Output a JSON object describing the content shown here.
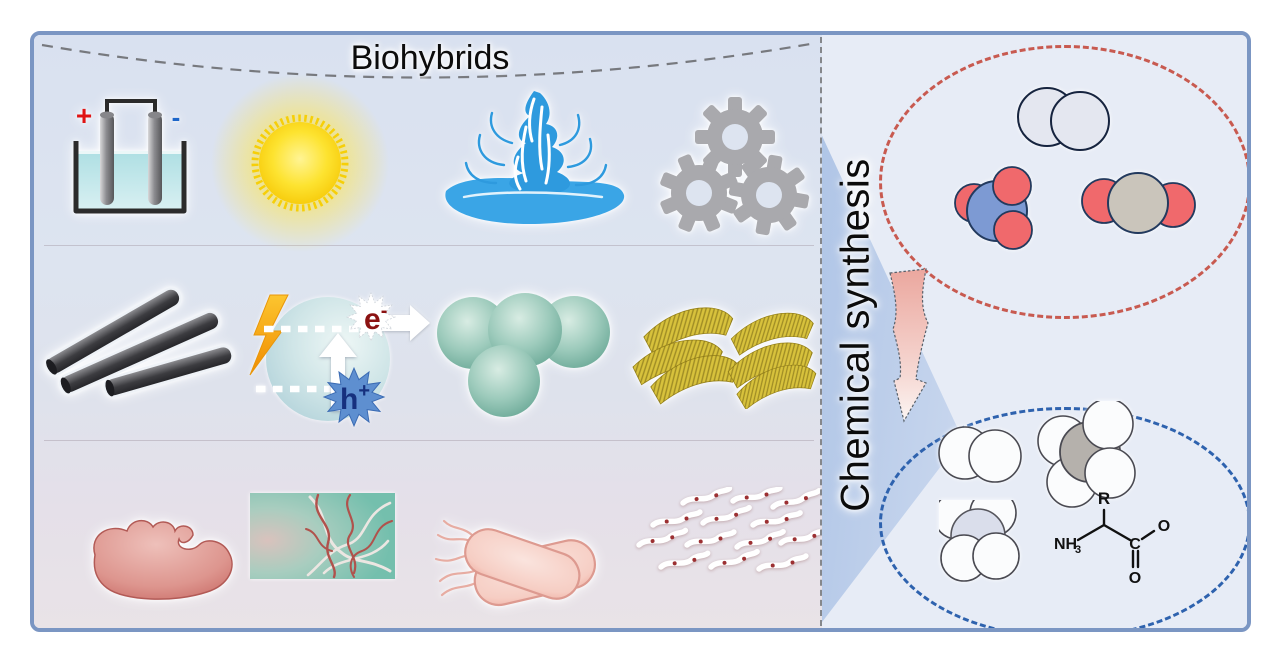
{
  "left_panel": {
    "title": "Biohybrids",
    "icons": [
      {
        "name": "electrolysis-cell-icon"
      },
      {
        "name": "sun-icon"
      },
      {
        "name": "water-splash-icon"
      },
      {
        "name": "gears-icon"
      },
      {
        "name": "carbon-nanotubes-icon"
      },
      {
        "name": "photoexcitation-icon"
      },
      {
        "name": "nanoparticle-cluster-icon"
      },
      {
        "name": "gold-nanosheets-icon"
      },
      {
        "name": "mitochondrion-icon"
      },
      {
        "name": "biofilm-micrograph-icon"
      },
      {
        "name": "bacteria-icon"
      },
      {
        "name": "protein-fibril-icon"
      }
    ],
    "electrolysis": {
      "anode_sign": "+",
      "cathode_sign": "-"
    },
    "photoexcitation": {
      "electron_symbol": "e",
      "electron_charge": "-",
      "hole_symbol": "h",
      "hole_charge": "+"
    }
  },
  "right_panel": {
    "title": "Chemical synthesis",
    "feedstock_group": {
      "border_color": "#c85a50",
      "molecules": [
        "n2-molecule",
        "nox-molecule",
        "co2-molecule"
      ]
    },
    "product_group": {
      "border_color": "#2e62ae",
      "molecules": [
        "h2-molecule",
        "methane-molecule",
        "ammonia-molecule",
        "amino-acid-structure"
      ]
    },
    "amino_acid": {
      "side_chain_label": "R",
      "amine_label": "NH",
      "amine_subscript": "3",
      "carboxyl_carbon_label": "C",
      "oxygen_right_label": "O",
      "oxygen_bottom_label": "O"
    }
  },
  "colors": {
    "frame_border": "#7b96c3",
    "left_panel_top": "#d9e1f0",
    "left_panel_bottom": "#e9e3e7",
    "right_panel_bg": "#e7ecf6",
    "divider_dashed": "#85878b",
    "feedstock_dashed": "#c85a50",
    "product_dashed": "#2e62ae",
    "sun_yellow": "#f8d60a",
    "splash_blue": "#3aa5e6",
    "gear_gray": "#a9a9ad",
    "nanoparticle_teal": "#7db5a5",
    "nanosheet_gold": "#d8c23c",
    "bio_pink": "#e19a94",
    "electron_color": "#8b1212",
    "hole_color": "#16307e"
  }
}
